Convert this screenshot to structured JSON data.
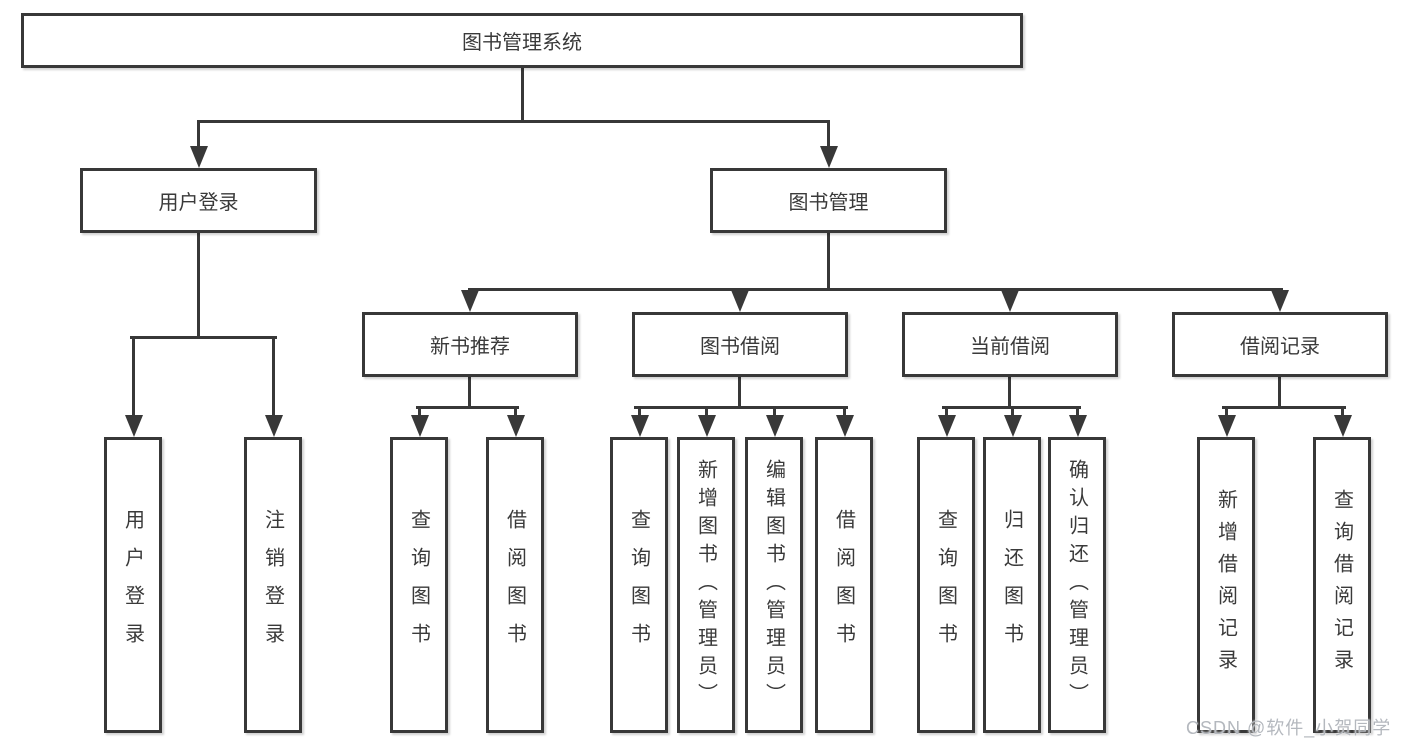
{
  "diagram_title": "图书管理系统",
  "nodes": {
    "root": {
      "label": "图书管理系统"
    },
    "user_login": {
      "label": "用户登录"
    },
    "book_mgmt": {
      "label": "图书管理"
    },
    "new_book": {
      "label": "新书推荐"
    },
    "book_borrow": {
      "label": "图书借阅"
    },
    "current_borrow": {
      "label": "当前借阅"
    },
    "borrow_record": {
      "label": "借阅记录"
    },
    "leaf_user_login": {
      "label": "用户登录"
    },
    "leaf_logout": {
      "label": "注销登录"
    },
    "leaf_nb_query": {
      "label": "查询图书"
    },
    "leaf_nb_borrow": {
      "label": "借阅图书"
    },
    "leaf_bb_query": {
      "label": "查询图书"
    },
    "leaf_bb_add": {
      "label": "新增图书（管理员）"
    },
    "leaf_bb_edit": {
      "label": "编辑图书（管理员）"
    },
    "leaf_bb_borrow": {
      "label": "借阅图书"
    },
    "leaf_cb_query": {
      "label": "查询图书"
    },
    "leaf_cb_return": {
      "label": "归还图书"
    },
    "leaf_cb_confirm": {
      "label": "确认归还（管理员）"
    },
    "leaf_br_add": {
      "label": "新增借阅记录"
    },
    "leaf_br_query": {
      "label": "查询借阅记录"
    }
  },
  "hierarchy": {
    "图书管理系统": {
      "用户登录": [
        "用户登录",
        "注销登录"
      ],
      "图书管理": {
        "新书推荐": [
          "查询图书",
          "借阅图书"
        ],
        "图书借阅": [
          "查询图书",
          "新增图书（管理员）",
          "编辑图书（管理员）",
          "借阅图书"
        ],
        "当前借阅": [
          "查询图书",
          "归还图书",
          "确认归还（管理员）"
        ],
        "借阅记录": [
          "新增借阅记录",
          "查询借阅记录"
        ]
      }
    }
  },
  "watermark": "CSDN @软件_小贺同学",
  "colors": {
    "line": "#383838",
    "border": "#383838",
    "text": "#3a3a3a",
    "watermark": "#b4b8be",
    "background": "#ffffff"
  }
}
